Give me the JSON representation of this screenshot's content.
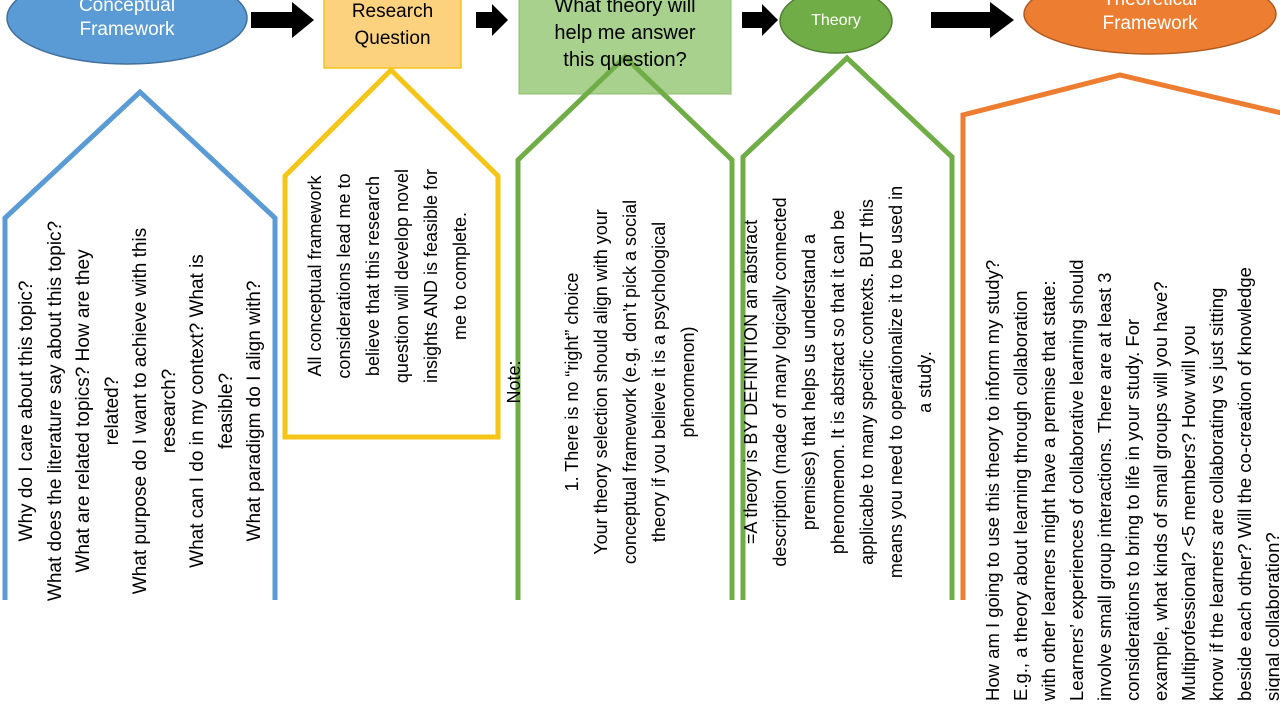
{
  "headers": {
    "conceptual": [
      "Conceptual",
      "Framework"
    ],
    "research_question": [
      "Research",
      "Question"
    ],
    "what_theory": [
      "What theory will",
      "help me answer",
      "this question?"
    ],
    "theory": "Theory",
    "theoretical": [
      "Theoretical",
      "Framework"
    ]
  },
  "colors": {
    "blue": "#5b9bd5",
    "yellow": "#f5c518",
    "yellow_fill": "#fdd27f",
    "green_box": "#a9d18e",
    "green_line": "#70ad47",
    "orange": "#ed7d31"
  },
  "panels": {
    "conceptual_lines": [
      "Why do I care about this topic?",
      "What does the literature say about this topic?",
      "What are related topics? How are they",
      "related?",
      "What purpose do I want to achieve with this",
      "research?",
      "What can I do in my context? What is",
      "feasible?",
      "What paradigm do I align with?"
    ],
    "research_lines": [
      "All conceptual framework",
      "considerations lead me to",
      "believe that this research",
      "question will develop novel",
      "insights AND is feasible for",
      "me to complete."
    ],
    "note_lines": [
      "Note:",
      "",
      "1.   There is no “right” choice",
      "Your theory selection should align with your",
      "conceptual framework (e.g, don’t pick a social",
      "theory if you believe it is a psychological",
      "phenomenon)"
    ],
    "theory_lines": [
      "=A theory is BY DEFINITION an abstract",
      "description (made of many logically connected",
      "premises) that helps us understand a",
      "phenomenon. It is abstract so that it can be",
      "applicable to many specific contexts. BUT this",
      "means you need to operationalize it to be used in",
      "a study."
    ],
    "theoretical_lines": [
      "How am I going to use this theory to inform my study?",
      "E.g., a theory about learning through collaboration",
      "with other learners might have a premise that state:",
      "Learners’ experiences of collaborative learning should",
      "involve small group interactions. There are at least 3",
      "considerations to bring to life in your study. For",
      "example, what kinds of small groups will you have?",
      "Multiprofessional? <5 members? How will you",
      "know if the learners are collaborating vs just sitting",
      "beside each other? Will the co-creation of knowledge",
      "signal collaboration?"
    ]
  }
}
